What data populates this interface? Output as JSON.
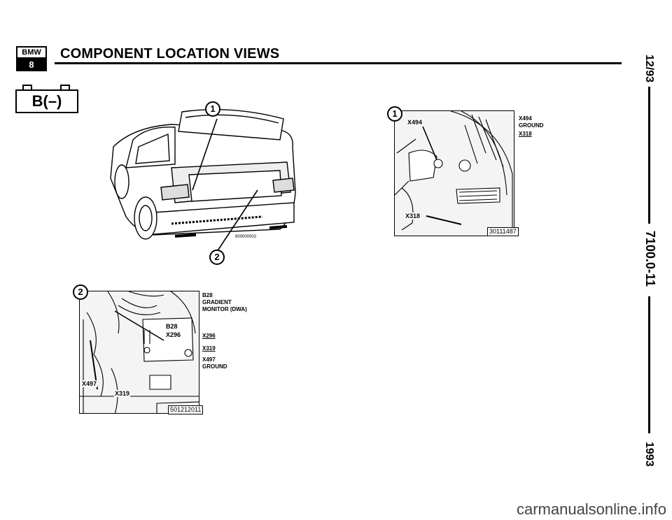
{
  "header": {
    "logo_top": "BMW",
    "logo_bottom": "8",
    "title": "COMPONENT LOCATION VIEWS",
    "battery_label": "B(–)"
  },
  "side": {
    "date": "12/93",
    "page_code": "7100.0-11",
    "year": "1993"
  },
  "figure_car": {
    "callout_1": "1",
    "callout_2": "2",
    "ref": "800000002"
  },
  "figure_1": {
    "callout": "1",
    "photo_label_top": "X494",
    "photo_label_bottom": "X318",
    "side_labels": [
      "X494",
      "GROUND",
      "X318"
    ],
    "ref": "30111487"
  },
  "figure_2": {
    "callout": "2",
    "photo_labels": [
      "B28",
      "X296",
      "X497",
      "X319"
    ],
    "side_label_group_1": [
      "B28",
      "GRADIENT",
      "MONITOR (DWA)"
    ],
    "side_label_x296": "X296",
    "side_label_x319": "X319",
    "side_label_group_2": [
      "X497",
      "GROUND"
    ],
    "ref": "501212011"
  },
  "footer": {
    "watermark": "carmanualsonline.info"
  }
}
